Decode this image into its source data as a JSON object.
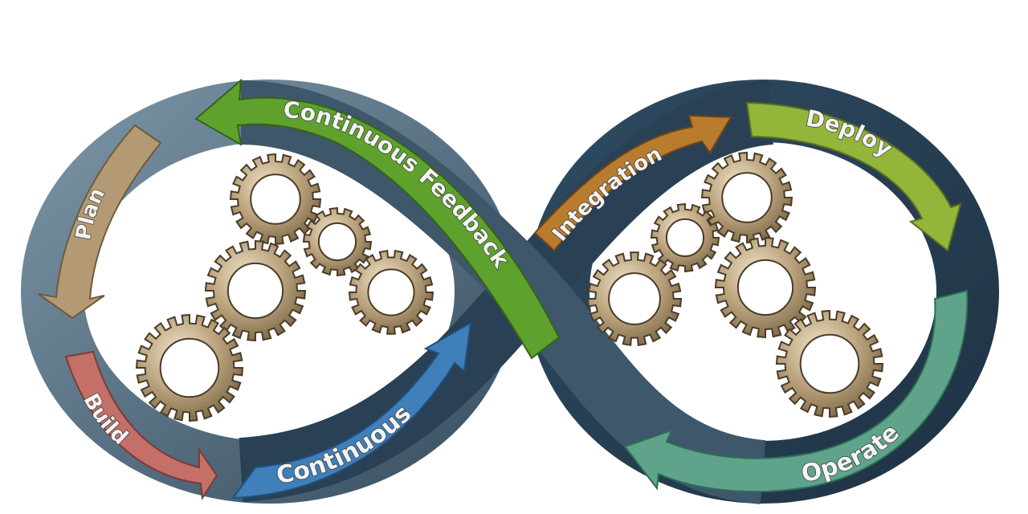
{
  "stages": {
    "plan": {
      "label": "Plan",
      "color": "#b39a74"
    },
    "build": {
      "label": "Build",
      "color": "#c46f68"
    },
    "continuous": {
      "label": "Continuous",
      "color": "#3f7fba"
    },
    "integration": {
      "label": "Integration",
      "color": "#b97b2e"
    },
    "deploy": {
      "label": "Deploy",
      "color": "#93b53a"
    },
    "operate": {
      "label": "Operate",
      "color": "#5fa48a"
    },
    "continuous_feedback": {
      "label": "Continuous Feedback",
      "color": "#5ea22d"
    }
  },
  "colors": {
    "loop_dark": "#263b50",
    "loop_light": "#6f8899",
    "gear_fill": "#b8a07a",
    "gear_stroke": "#4a3c28"
  }
}
